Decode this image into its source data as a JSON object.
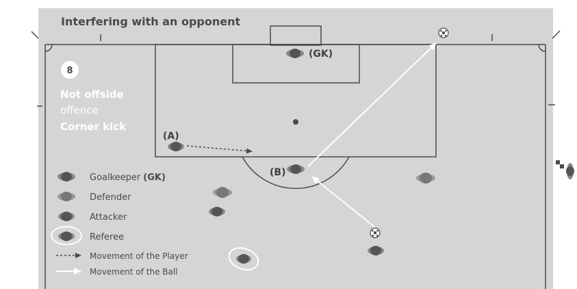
{
  "title": "Interfering with an opponent",
  "diagram_number": "8",
  "decision": {
    "line1": "Not offside",
    "line2": "offence",
    "line3": "Corner kick"
  },
  "players": {
    "gk_label": "(GK)",
    "a_label": "(A)",
    "b_label": "(B)"
  },
  "legend": {
    "goalkeeper": "Goalkeeper",
    "goalkeeper_abbr": "(GK)",
    "defender": "Defender",
    "attacker": "Attacker",
    "referee": "Referee",
    "movement_player": "Movement of the Player",
    "movement_ball": "Movement of the Ball"
  },
  "colors": {
    "pitch": "#d5d5d5",
    "lines": "#ffffff",
    "lines_dark": "#4a4a4a",
    "player": "#555555",
    "text": "#4a4a4a"
  },
  "icons": {
    "ball": "soccer-ball-icon",
    "flag": "corner-flag-icon"
  }
}
